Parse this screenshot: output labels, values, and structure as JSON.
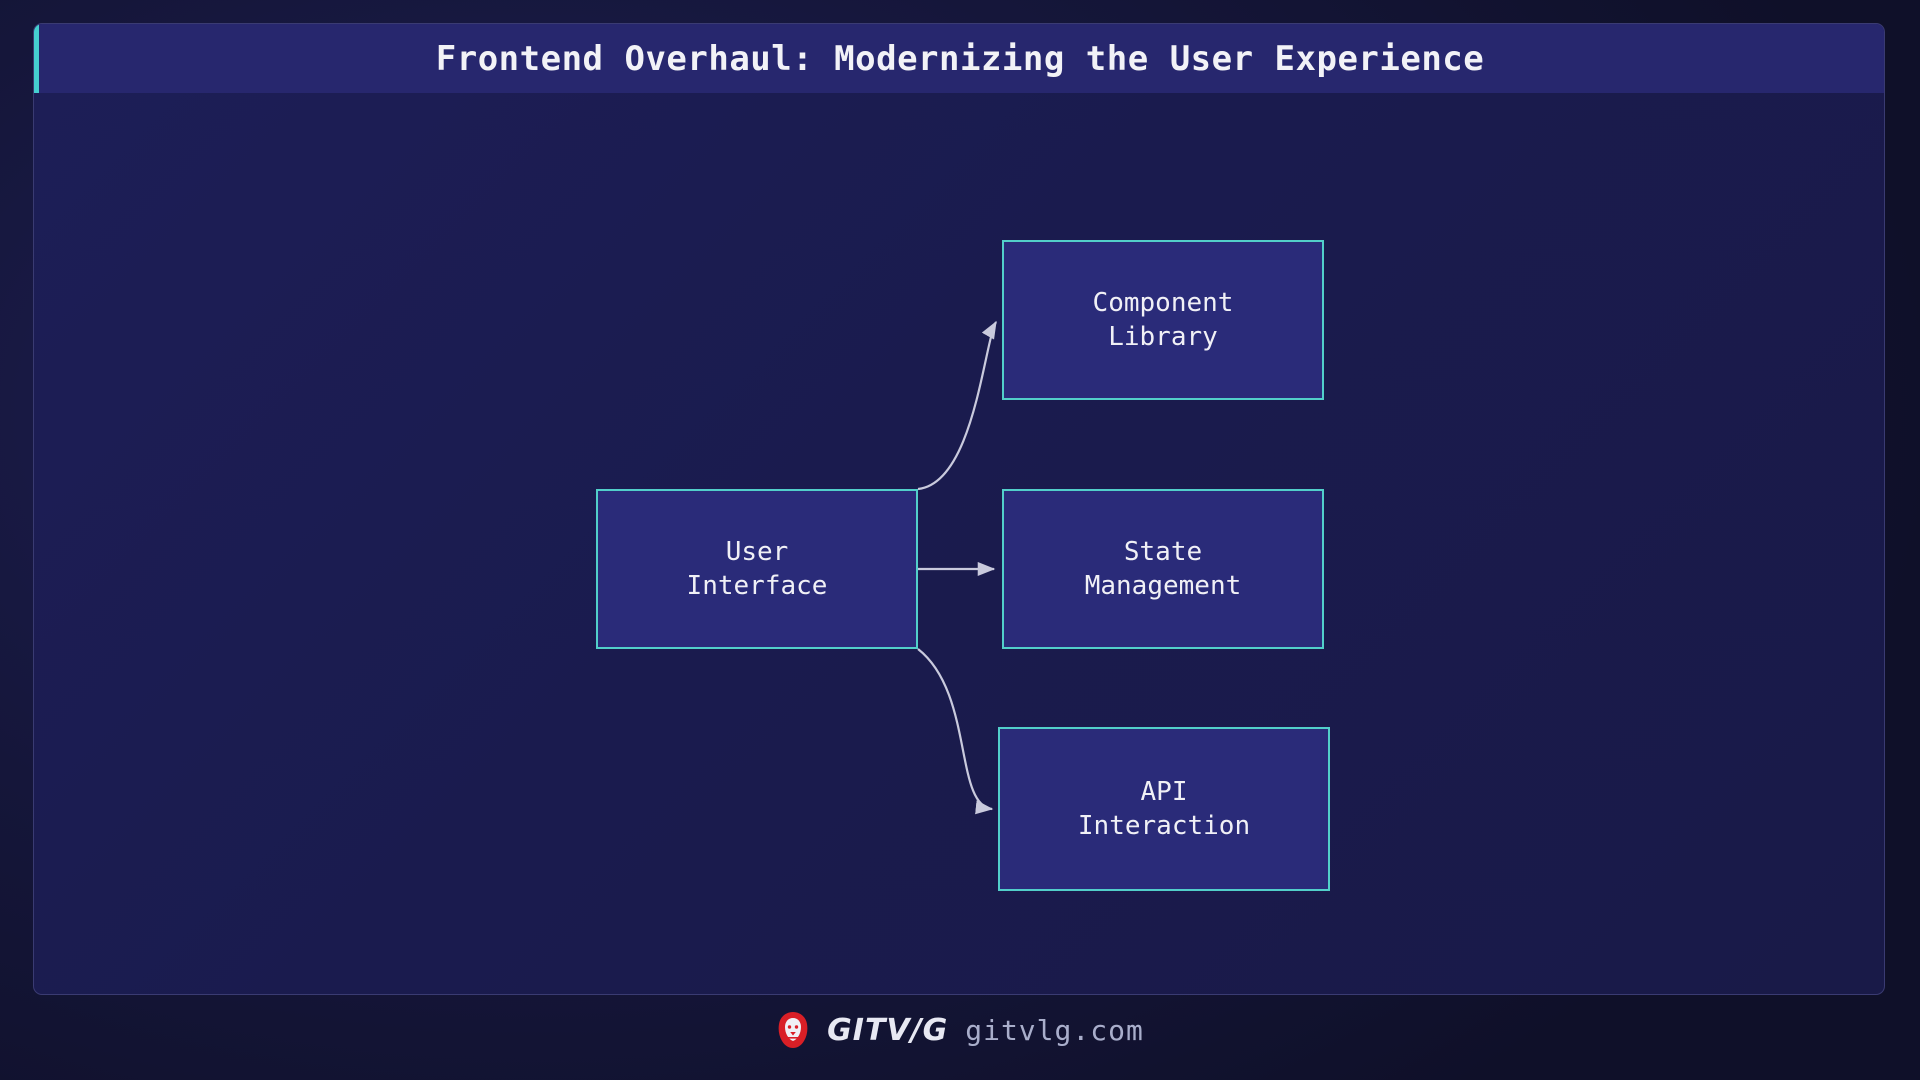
{
  "slide": {
    "title": "Frontend Overhaul: Modernizing the User Experience",
    "accent_color": "#45cfd0",
    "card_bg": "#1a1b4e",
    "header_bg": "#27276e",
    "node_border_color": "#52cfca",
    "node_fill_color": "#2a2b79",
    "edge_color": "#c9cadd",
    "page_bg": "#10112b"
  },
  "diagram": {
    "type": "node-edge-diagram",
    "nodes": [
      {
        "id": "user-interface",
        "label": "User\nInterface",
        "line1": "User",
        "line2": "Interface"
      },
      {
        "id": "component-library",
        "label": "Component\nLibrary",
        "line1": "Component",
        "line2": "Library"
      },
      {
        "id": "state-management",
        "label": "State\nManagement",
        "line1": "State",
        "line2": "Management"
      },
      {
        "id": "api-interaction",
        "label": "API\nInteraction",
        "line1": "API",
        "line2": "Interaction"
      }
    ],
    "edges": [
      {
        "from": "user-interface",
        "to": "component-library",
        "style": "curved",
        "arrow": true
      },
      {
        "from": "user-interface",
        "to": "state-management",
        "style": "straight",
        "arrow": true
      },
      {
        "from": "user-interface",
        "to": "api-interaction",
        "style": "curved",
        "arrow": true
      }
    ]
  },
  "footer": {
    "logo_icon": "lion-icon",
    "logo_color": "#d91f26",
    "brand": "GITV/G",
    "site": "gitvlg.com"
  }
}
